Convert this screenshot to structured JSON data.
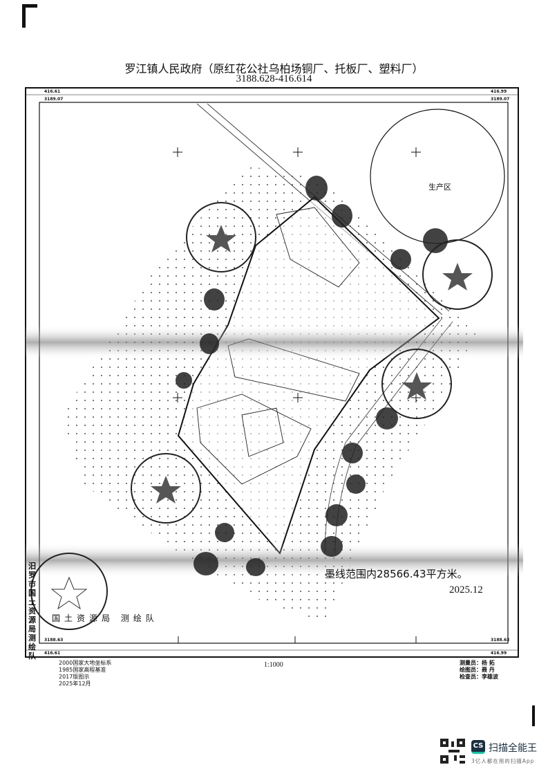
{
  "header": {
    "title": "罗江镇人民政府（原红花公社乌柏场铜厂、托板厂、塑料厂）",
    "coordinate": "3188.628-416.614"
  },
  "frame": {
    "top_left_x": "416.61",
    "top_left_y": "3189.07",
    "top_right_x": "416.99",
    "top_right_y": "3189.07",
    "bottom_left_y": "3188.63",
    "bottom_left_x": "416.61",
    "bottom_right_y": "3188.63",
    "bottom_right_x": "416.99"
  },
  "map": {
    "zone_label": "生产区",
    "area_note": "墨线范围内28566.43平方米。",
    "date": "2025.12",
    "stamp_side_text": "汨罗市国土资源局测绘队",
    "stamp_text": "国土资源局 测绘队"
  },
  "footer": {
    "left_lines": [
      "2000国家大地坐标系",
      "1985国家高程基准",
      "2017版图示",
      "2025年12月"
    ],
    "scale": "1:1000",
    "right_lines": [
      "测量员：杨 拓",
      "绘图员：聂 丹",
      "检查员：李雄波"
    ]
  },
  "watermark": {
    "app_name": "扫描全能王",
    "tagline": "3亿人都在用的扫描App",
    "logo_text": "CS"
  },
  "colors": {
    "ink": "#111111",
    "brand_dark": "#1a2f3f",
    "brand_accent": "#19c3a3"
  }
}
